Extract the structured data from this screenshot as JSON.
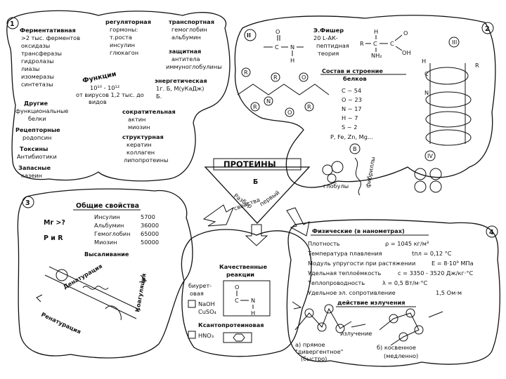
{
  "center": {
    "title": "ПРОТЕИНЫ",
    "letter": "Б",
    "left_label": "Разбор",
    "right_label": "первый",
    "bottom_label": "свойства"
  },
  "block1": {
    "number": "1",
    "functions_label": "Функции",
    "left_list": [
      "Ферментативная",
      ">2 тыс. ферментов",
      "оксидазы",
      "трансферазы",
      "гидролазы",
      "лиазы",
      "изомеразы",
      "синтетазы"
    ],
    "regulatory": [
      "регуляторная",
      "гормоны:",
      "т.роста",
      "инсулин",
      "глюкагон"
    ],
    "transport": [
      "транспортная",
      "гемоглобин",
      "альбумин"
    ],
    "protective": [
      "защитная",
      "антитела",
      "иммуноглобулины"
    ],
    "species_count": [
      "10¹⁰ - 10¹²",
      "от вирусов 1,2 тыс. до",
      "видов"
    ],
    "energy": [
      "энергетическая",
      "1г. Б, М(уКаДж)",
      "Б."
    ],
    "other_funcs": [
      "Другие",
      "функциональные",
      "белки"
    ],
    "receptor": [
      "Рецепторные",
      "родопсин"
    ],
    "toxins": [
      "Токсины",
      "Антибиотики"
    ],
    "storage": [
      "Запасные",
      "казеин"
    ],
    "contractile": [
      "сократительная",
      "актин",
      "миозин"
    ],
    "structural": [
      "структурная",
      "кератин",
      "коллаген",
      "липопротеины"
    ]
  },
  "block2": {
    "number": "2",
    "roman": "II",
    "fischer": [
      "Э.Фишер",
      "20 L-АК-",
      "пептидная",
      "теория"
    ],
    "composition_title": [
      "Состав и строение",
      "белков"
    ],
    "elements": [
      "C ~ 54",
      "O ~ 23",
      "N ~ 17",
      "H ~ 7",
      "S ~ 2"
    ],
    "trace": "P, Fe, Zn, Mg...",
    "letter_r": "R",
    "letter_n": "N",
    "letter_o": "O",
    "letter_c": "C",
    "letter_h": "H",
    "formula_nh2": "NH₂",
    "formula_oh": "OH",
    "alpha_h": "H",
    "struct_labels": [
      "III",
      "IV"
    ],
    "tertiary_caption": "В",
    "globular_label": "глобулы",
    "fibrillar_label": "фибриллы"
  },
  "block3": {
    "number": "3",
    "title": "Общие свойства",
    "mr_label": "Mr >?",
    "pi_label": "P и R",
    "proteins": [
      {
        "name": "Инсулин",
        "mass": "5700"
      },
      {
        "name": "Альбумин",
        "mass": "36000"
      },
      {
        "name": "Гемоглобин",
        "mass": "65000"
      },
      {
        "name": "Миозин",
        "mass": "50000"
      }
    ],
    "salting": "Высаливание",
    "renaturation": "Ренатурация",
    "denaturation": "Денатурация",
    "coagulation": "Коагуляция"
  },
  "block4": {
    "number": "4",
    "title": "Физические (в нанометрах)",
    "rows": [
      [
        "Плотность",
        "ρ = 1045 кг/м³"
      ],
      [
        "Температура плавления",
        "tпл = 0,12 °C"
      ],
      [
        "Модуль упругости при растяжении",
        "E = 8·10⁹ МПа"
      ],
      [
        "Удельная теплоёмкость",
        "c = 3350 - 3520 Дж/кг·°С"
      ],
      [
        "Теплопроводность",
        "λ = 0,5 Вт/м·°C"
      ],
      [
        "Удельное эл. сопротивление",
        "1,5 Ом·м"
      ]
    ],
    "radiation_title": "действие излучения",
    "labels_a": [
      "а) прямое",
      "\"дивергентное\"",
      "(быстро)"
    ],
    "labels_b": [
      "б) косвенное",
      "(медленно)"
    ],
    "arrow_label": "излучение"
  },
  "block5": {
    "title": [
      "Качественные",
      "реакции"
    ],
    "biuret": [
      "биурет-",
      "овая"
    ],
    "reagents": [
      "NaOH",
      "CuSO₄"
    ],
    "xanthoprotein": "Ксантопротеиновая",
    "nitric": "HNO₃",
    "bond_h": "H",
    "bond_n": "N",
    "bond_o": "O",
    "bond_c": "C"
  }
}
